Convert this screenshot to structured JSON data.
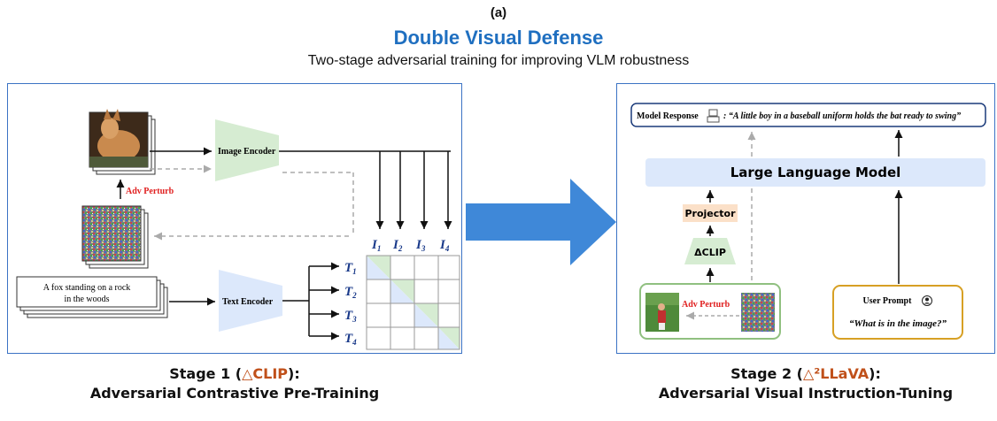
{
  "header": {
    "label": "(a)",
    "title": "Double Visual Defense",
    "subtitle": "Two-stage adversarial training for improving VLM robustness"
  },
  "stage1": {
    "image_encoder": "Image Encoder",
    "text_encoder": "Text Encoder",
    "adv_perturb": "Adv Perturb",
    "caption_line1": "A fox standing on a rock",
    "caption_line2": "in the woods",
    "image_tokens": [
      "I",
      "I",
      "I",
      "I"
    ],
    "image_subs": [
      "1",
      "2",
      "3",
      "4"
    ],
    "text_tokens": [
      "T",
      "T",
      "T",
      "T"
    ],
    "text_subs": [
      "1",
      "2",
      "3",
      "4"
    ],
    "caption_prefix": "Stage 1 (",
    "caption_accent": "△CLIP",
    "caption_suffix": "):",
    "caption_line_2": "Adversarial Contrastive Pre-Training"
  },
  "stage2": {
    "model_response_label": "Model Response",
    "model_response_text": ": “A little boy in a baseball uniform holds the bat ready to swing”",
    "llm": "Large Language Model",
    "projector": "Projector",
    "clip": "ΔCLIP",
    "adv_perturb": "Adv Perturb",
    "user_prompt": "User Prompt",
    "prompt_text": "“What is in the image?”",
    "caption_prefix": "Stage 2 (",
    "caption_accent": "△²LLaVA",
    "caption_suffix": "):",
    "caption_line_2": "Adversarial Visual Instruction-Tuning"
  },
  "colors": {
    "title_blue": "#1f6fc0",
    "panel_border": "#3b73c4",
    "accent": "#c0501a",
    "adv_red": "#e02020",
    "green": "#d6ecd2",
    "blue_light": "#dce8fb",
    "projector": "#fbe0c8"
  }
}
